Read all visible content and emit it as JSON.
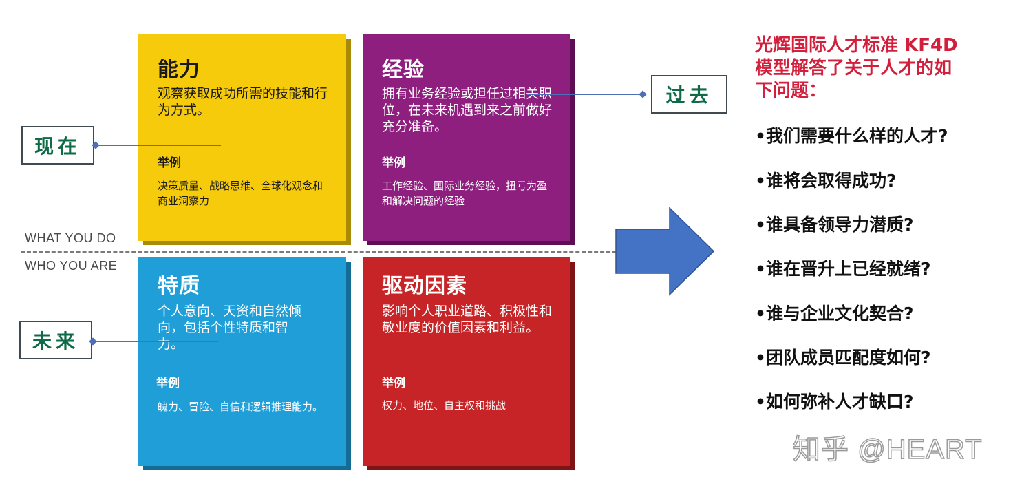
{
  "quadrants": {
    "ability": {
      "title": "能力",
      "description": "观察获取成功所需的技能和行为方式。",
      "example_label": "举例",
      "examples": "决策质量、战略思维、全球化观念和商业洞察力",
      "color": "#F6CB0B"
    },
    "experience": {
      "title": "经验",
      "description": "拥有业务经验或担任过相关职位，在未来机遇到来之前做好充分准备。",
      "example_label": "举例",
      "examples": "工作经验、国际业务经验，扭亏为盈和解决问题的经验",
      "color": "#8F1F7E"
    },
    "traits": {
      "title": "特质",
      "description": "个人意向、天资和自然倾向，包括个性特质和智力。",
      "example_label": "举例",
      "examples": "魄力、冒险、自信和逻辑推理能力。",
      "color": "#1F9ED8"
    },
    "drivers": {
      "title": "驱动因素",
      "description": "影响个人职业道路、积极性和敬业度的价值因素和利益。",
      "example_label": "举例",
      "examples": "权力、地位、自主权和挑战",
      "color": "#C62426"
    }
  },
  "axis_labels": {
    "top": "WHAT YOU DO",
    "bottom": "WHO YOU ARE"
  },
  "time_labels": {
    "present": "现在",
    "past": "过去",
    "future": "未来"
  },
  "arrow": {
    "color": "#4472C4",
    "direction": "right"
  },
  "right_panel": {
    "title": "光辉国际人才标准 KF4D模型解答了关于人才的如下问题：",
    "title_color": "#D21F3C",
    "questions": [
      "•我们需要什么样的人才?",
      "•谁将会取得成功?",
      "•谁具备领导力潜质?",
      "•谁在晋升上已经就绪?",
      "•谁与企业文化契合?",
      "•团队成员匹配度如何?",
      "•如何弥补人才缺口?"
    ]
  },
  "watermark": "知乎 @HEART"
}
